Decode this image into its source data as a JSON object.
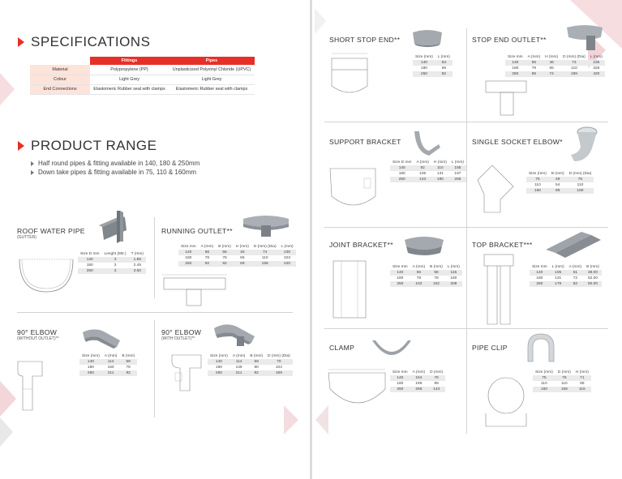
{
  "sections": {
    "specifications": "SPECIFICATIONS",
    "product_range": "PRODUCT  RANGE"
  },
  "spec_table": {
    "headers": [
      "",
      "Fittings",
      "Pipes"
    ],
    "rows": [
      {
        "label": "Material",
        "fittings": "Polypropylene (PP)",
        "pipes": "Unplasticized Polyvinyl Chloride (UPVC)"
      },
      {
        "label": "Colour",
        "fittings": "Light Grey",
        "pipes": "Light Grey"
      },
      {
        "label": "End Connections",
        "fittings": "Elastomeric Rubber seal with clamps",
        "pipes": "Elastomeric Rubber seal with clamps"
      }
    ]
  },
  "range_bullets": [
    "Half round pipes & fitting available in 140, 180 & 250mm",
    "Down take pipes & fitting available in 75, 110 & 160mm"
  ],
  "products": {
    "roof_water_pipe": {
      "name": "ROOF WATER PIPE",
      "sub": "(GUTTER)",
      "headers": [
        "Size D mm",
        "Lenght (Mtr.)",
        "T (mm)"
      ],
      "rows": [
        [
          "140",
          "3",
          "1.85"
        ],
        [
          "180",
          "3",
          "2.45"
        ],
        [
          "250",
          "3",
          "3.50"
        ]
      ]
    },
    "running_outlet": {
      "name": "RUNNING OUTLET**",
      "headers": [
        "Size mm",
        "A (mm)",
        "B (mm)",
        "H (mm)",
        "D (mm) (Dia)",
        "L (mm)"
      ],
      "rows": [
        [
          "140",
          "56",
          "56",
          "45",
          "74",
          "230"
        ],
        [
          "180",
          "78",
          "78",
          "66",
          "110",
          "323"
        ],
        [
          "250",
          "92",
          "92",
          "69",
          "158",
          "420"
        ]
      ]
    },
    "elbow_without": {
      "name": "90° ELBOW",
      "sub": "(WITHOUT OUTLET)**",
      "headers": [
        "Size (mm)",
        "A (mm)",
        "B (mm)"
      ],
      "rows": [
        [
          "140",
          "114",
          "59"
        ],
        [
          "180",
          "150",
          "78"
        ],
        [
          "250",
          "211",
          "92"
        ]
      ]
    },
    "elbow_with": {
      "name": "90° ELBOW",
      "sub": "(WITH OUTLET)**",
      "headers": [
        "Size (mm)",
        "A (mm)",
        "B (mm)",
        "D (mm) (Dia)"
      ],
      "rows": [
        [
          "140",
          "114",
          "59",
          "70"
        ],
        [
          "180",
          "149",
          "80",
          "104"
        ],
        [
          "250",
          "211",
          "92",
          "159"
        ]
      ]
    },
    "short_stop_end": {
      "name": "SHORT STOP END**",
      "headers": [
        "Size (mm)",
        "L (mm)"
      ],
      "rows": [
        [
          "140",
          "53"
        ],
        [
          "180",
          "59"
        ],
        [
          "250",
          "82"
        ]
      ]
    },
    "stop_end_outlet": {
      "name": "STOP END OUTLET**",
      "headers": [
        "Size mm",
        "A (mm)",
        "H (mm)",
        "D (mm) (Dia)",
        "L (mm)"
      ],
      "rows": [
        [
          "140",
          "56",
          "46",
          "74",
          "236"
        ],
        [
          "180",
          "79",
          "65",
          "110",
          "326"
        ],
        [
          "250",
          "86",
          "74",
          "159",
          "420"
        ]
      ]
    },
    "support_bracket": {
      "name": "SUPPORT BRACKET",
      "headers": [
        "Size D mm",
        "A (mm)",
        "H (mm)",
        "L (mm)"
      ],
      "rows": [
        [
          "140",
          "82",
          "110",
          "155"
        ],
        [
          "180",
          "106",
          "131",
          "197"
        ],
        [
          "250",
          "143",
          "180",
          "268"
        ]
      ]
    },
    "single_socket_elbow": {
      "name": "SINGLE SOCKET ELBOW*",
      "headers": [
        "Size (mm)",
        "B (mm)",
        "D (mm) (Dia)"
      ],
      "rows": [
        [
          "75",
          "48",
          "75"
        ],
        [
          "110",
          "54",
          "110"
        ],
        [
          "160",
          "88",
          "160"
        ]
      ]
    },
    "joint_bracket": {
      "name": "JOINT BRACKET**",
      "headers": [
        "Size mm",
        "A (mm)",
        "B (mm)",
        "L (mm)"
      ],
      "rows": [
        [
          "140",
          "56",
          "56",
          "115"
        ],
        [
          "180",
          "78",
          "78",
          "160"
        ],
        [
          "250",
          "102",
          "102",
          "208"
        ]
      ]
    },
    "top_bracket": {
      "name": "TOP BRACKET***",
      "headers": [
        "Size mm",
        "L (mm)",
        "A (mm)",
        "B (mm)"
      ],
      "rows": [
        [
          "140",
          "105",
          "51",
          "38.00"
        ],
        [
          "180",
          "131",
          "72",
          "52.00"
        ],
        [
          "250",
          "179",
          "82",
          "50.00"
        ]
      ]
    },
    "clamp": {
      "name": "CLAMP",
      "headers": [
        "Size mm",
        "A (mm)",
        "D (mm)"
      ],
      "rows": [
        [
          "140",
          "154",
          "76"
        ],
        [
          "180",
          "199",
          "99"
        ],
        [
          "250",
          "268",
          "143"
        ]
      ]
    },
    "pipe_clip": {
      "name": "PIPE CLIP",
      "headers": [
        "Size (mm)",
        "D (mm)",
        "H (mm)"
      ],
      "rows": [
        [
          "75",
          "75",
          "71"
        ],
        [
          "110",
          "110",
          "88"
        ],
        [
          "160",
          "159",
          "115"
        ]
      ]
    }
  },
  "colors": {
    "accent": "#e63027",
    "label_bg": "#fde3d9",
    "row_alt": "#eaeaea",
    "product_grey": "#a9aeb3"
  }
}
